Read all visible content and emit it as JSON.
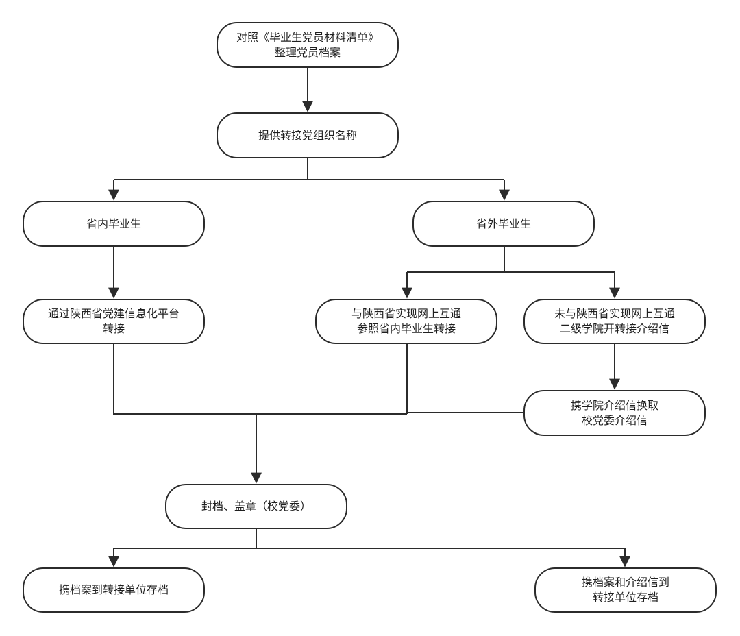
{
  "nodes": {
    "organize_files": {
      "line1": "对照《毕业生党员材料清单》",
      "line2": "整理党员档案"
    },
    "provide_org_name": {
      "line1": "提供转接党组织名称"
    },
    "in_province": {
      "line1": "省内毕业生"
    },
    "out_province": {
      "line1": "省外毕业生"
    },
    "platform_transfer": {
      "line1": "通过陕西省党建信息化平台",
      "line2": "转接"
    },
    "interconnected": {
      "line1": "与陕西省实现网上互通",
      "line2": "参照省内毕业生转接"
    },
    "not_interconnected": {
      "line1": "未与陕西省实现网上互通",
      "line2": "二级学院开转接介绍信"
    },
    "exchange_letter": {
      "line1": "携学院介绍信换取",
      "line2": "校党委介绍信"
    },
    "seal_stamp": {
      "line1": "封档、盖章（校党委）"
    },
    "carry_files": {
      "line1": "携档案到转接单位存档"
    },
    "carry_files_letter": {
      "line1": "携档案和介绍信到",
      "line2": "转接单位存档"
    }
  },
  "colors": {
    "stroke": "#2b2b2b",
    "text": "#1f1f1f",
    "background": "#ffffff"
  }
}
